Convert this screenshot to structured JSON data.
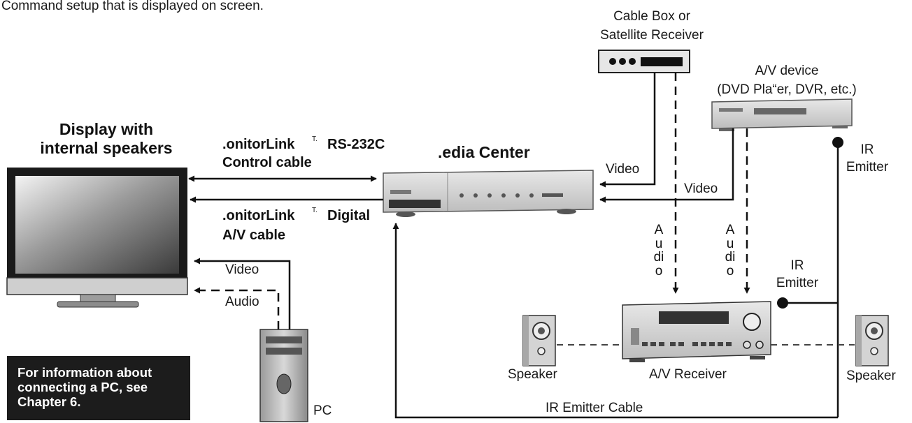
{
  "intro_text": "Command setup that is displayed on screen.",
  "devices": {
    "display": "Display with\ninternal speakers",
    "cable_box": "Cable Box  or\nSatellite Receiver",
    "av_device": "A/V device\n(DVD Pla“er, DVR, etc.)",
    "media_center": ".edia Center",
    "av_receiver": "A/V Receiver",
    "speaker_left": "Speaker",
    "speaker_right": "Speaker",
    "pc": "PC"
  },
  "connections": {
    "rs232_line1": ".onitorLink",
    "rs232_tm": "T.",
    "rs232_line1b": "RS-232C",
    "rs232_line2": "Control cable",
    "digital_line1": ".onitorLink",
    "digital_tm": "T.",
    "digital_line1b": "Digital",
    "digital_line2": "A/V cable",
    "video_cable_box": "Video",
    "video_av_device": "Video",
    "audio_1": "Audio",
    "audio_2": "Audio",
    "ir_emitter_top": "IR\nEmitter",
    "ir_emitter_receiver": "IR\nEmitter",
    "pc_video": "Video",
    "pc_audio": "Audio",
    "ir_emitter_cable": "IR Emitter Cable"
  },
  "note": "For information about\nconnecting a PC, see\nChapter 6."
}
